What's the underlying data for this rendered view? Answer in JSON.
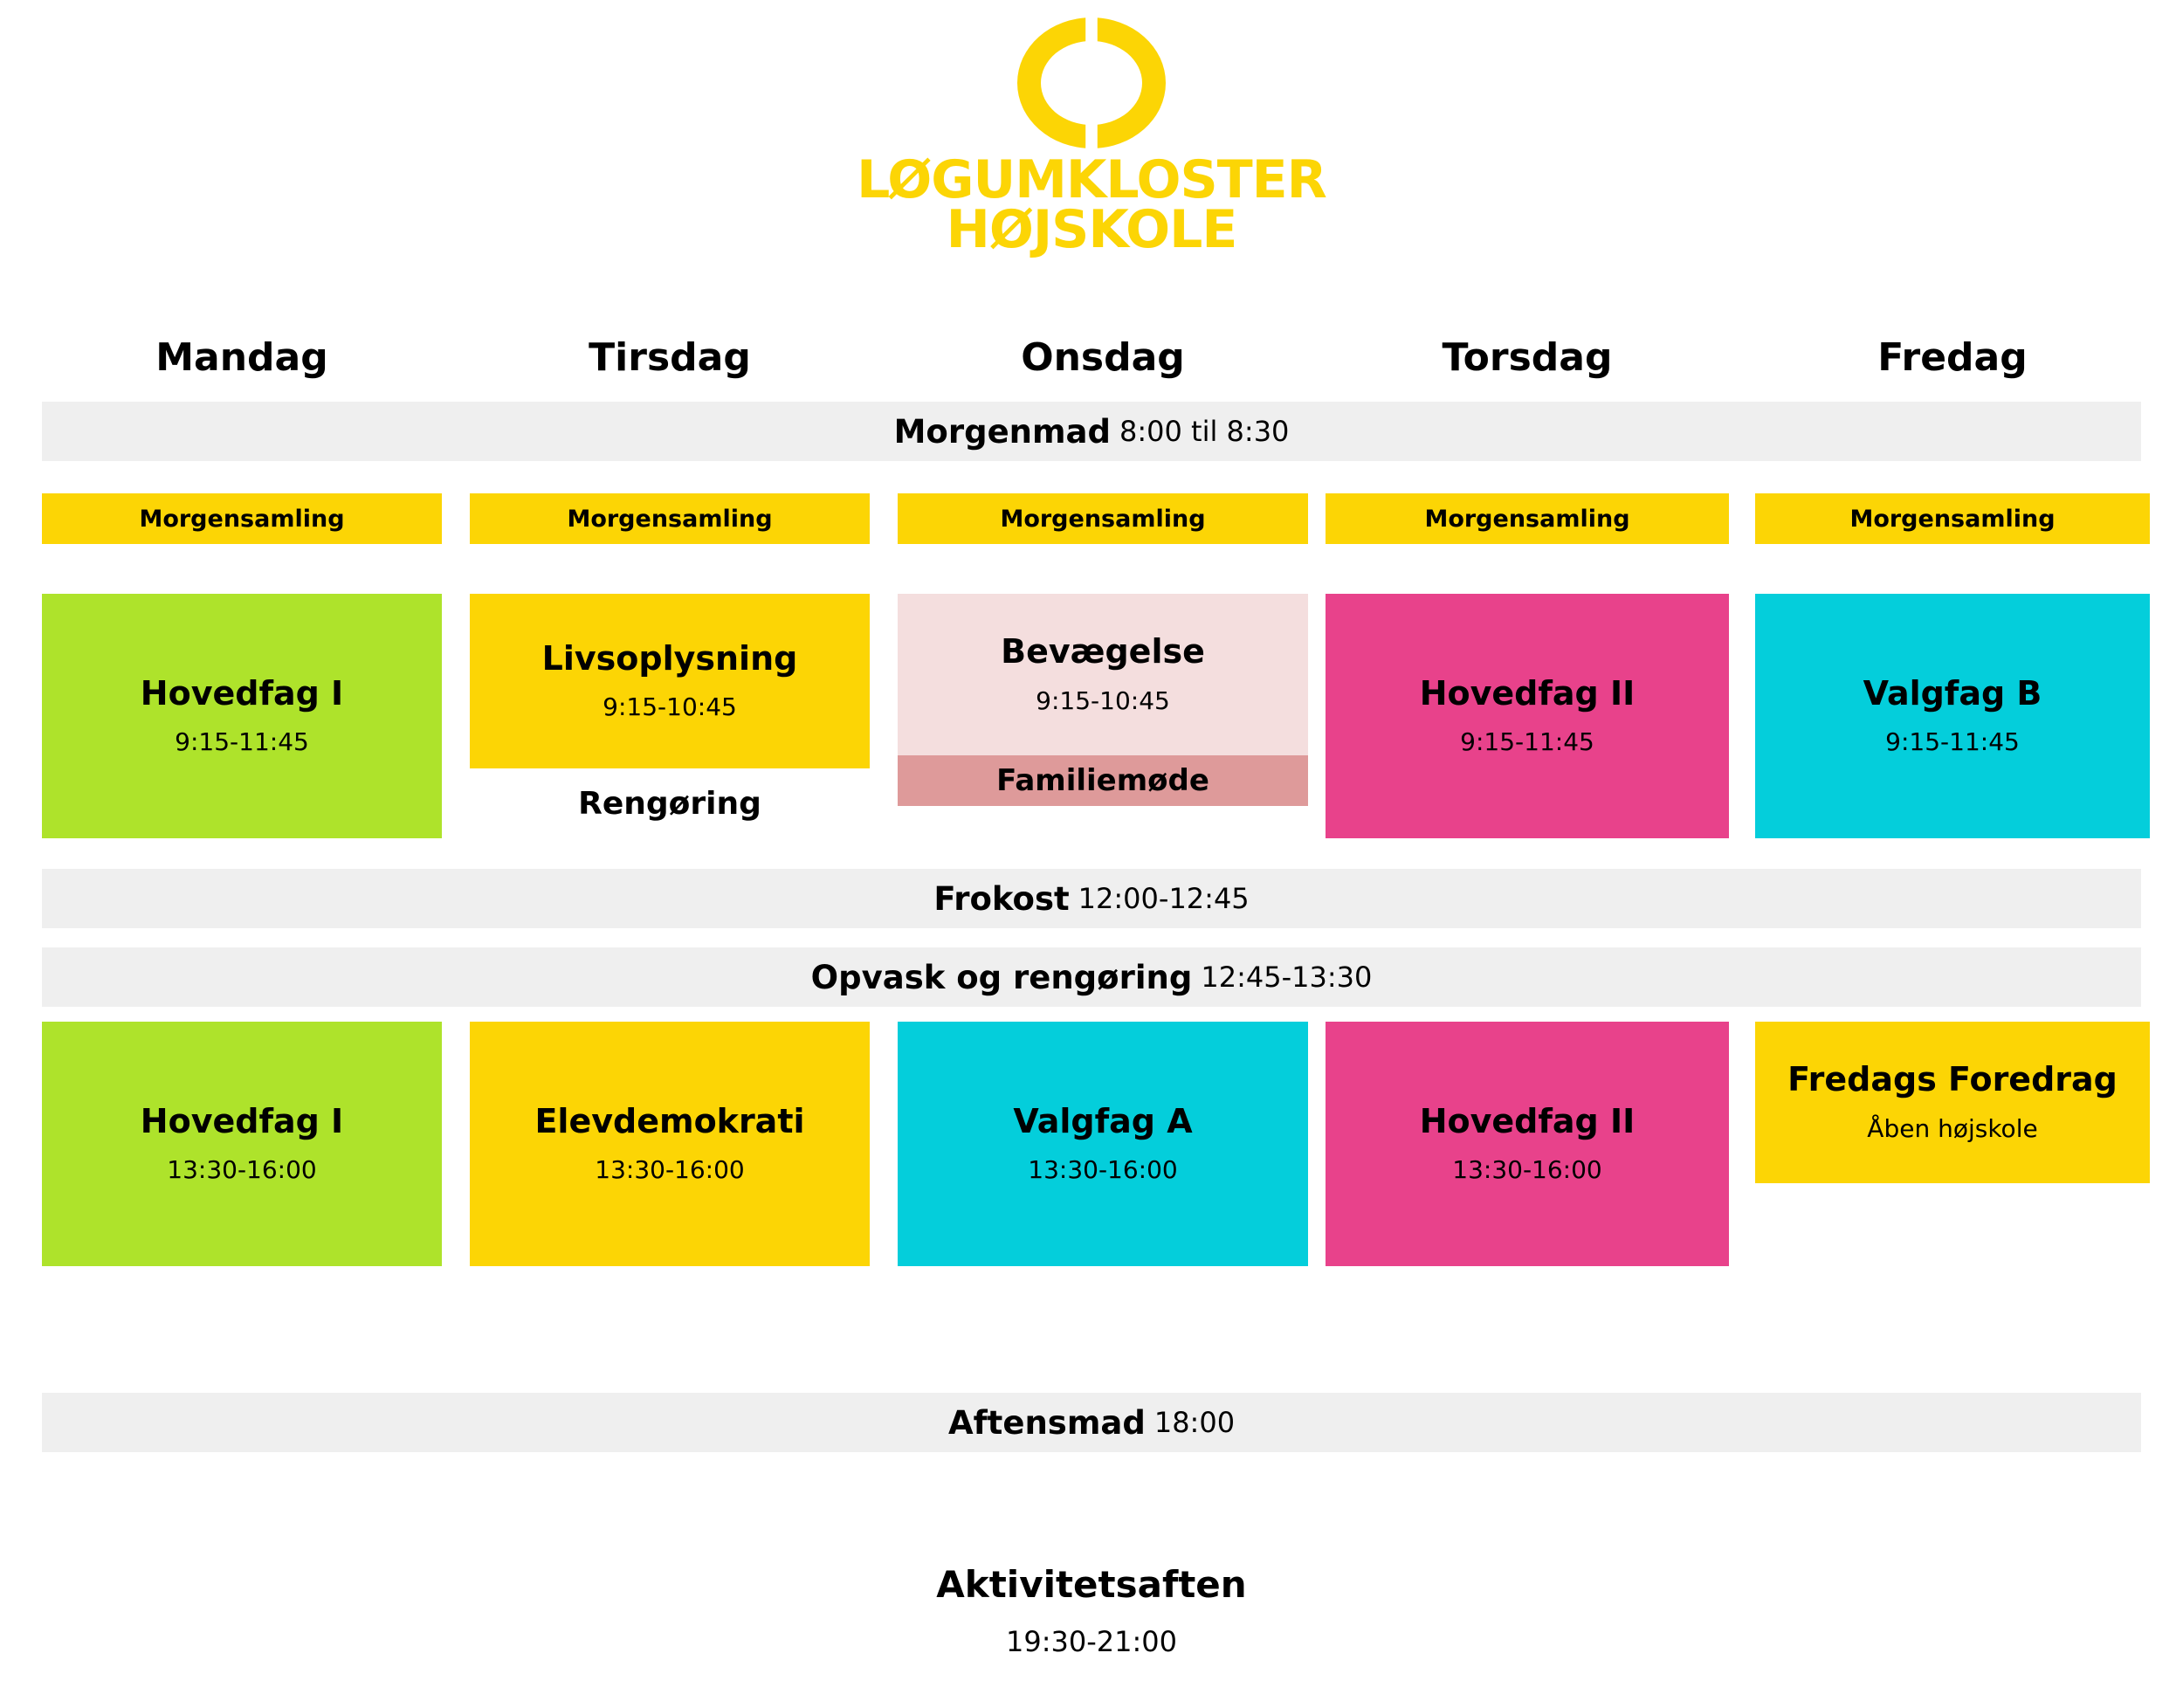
{
  "logo": {
    "mark": "split-ring-o-slash",
    "line1": "LØGUMKLOSTER",
    "line2": "HØJSKOLE",
    "color": "#FCD505"
  },
  "days": [
    {
      "label": "Mandag"
    },
    {
      "label": "Tirsdag"
    },
    {
      "label": "Onsdag"
    },
    {
      "label": "Torsdag"
    },
    {
      "label": "Fredag"
    }
  ],
  "banners": {
    "morgenmad": {
      "title": "Morgenmad",
      "time": "8:00 til 8:30"
    },
    "frokost": {
      "title": "Frokost",
      "time": "12:00-12:45"
    },
    "opvask": {
      "title": "Opvask og rengøring",
      "time": "12:45-13:30"
    },
    "aftensmad": {
      "title": "Aftensmad",
      "time": "18:00"
    }
  },
  "morgensamling": [
    {
      "label": "Morgensamling"
    },
    {
      "label": "Morgensamling"
    },
    {
      "label": "Morgensamling"
    },
    {
      "label": "Morgensamling"
    },
    {
      "label": "Morgensamling"
    }
  ],
  "morning": [
    {
      "name": "Hovedfag I",
      "time": "9:15-11:45",
      "color": "#AEE32B"
    },
    {
      "name": "Livsoplysning",
      "time": "9:15-10:45",
      "color": "#FCD505"
    },
    {
      "name": "Bevægelse",
      "time": "9:15-10:45",
      "color": "#F4DEDE"
    },
    {
      "name": "Hovedfag II",
      "time": "9:15-11:45",
      "color": "#E8428B"
    },
    {
      "name": "Valgfag B",
      "time": "9:15-11:45",
      "color": "#04CEDB"
    }
  ],
  "morning_extras": {
    "tirsdag_note": "Rengøring",
    "onsdag_substrip": {
      "label": "Familiemøde",
      "color": "#DE9A9A"
    }
  },
  "afternoon": [
    {
      "name": "Hovedfag I",
      "time": "13:30-16:00",
      "color": "#AEE32B"
    },
    {
      "name": "Elevdemokrati",
      "time": "13:30-16:00",
      "color": "#FCD505"
    },
    {
      "name": "Valgfag A",
      "time": "13:30-16:00",
      "color": "#04CEDB"
    },
    {
      "name": "Hovedfag II",
      "time": "13:30-16:00",
      "color": "#E8428B"
    },
    {
      "name": "Fredags Foredrag",
      "time": "Åben højskole",
      "color": "#FCD505"
    }
  ],
  "evening": {
    "name": "Aktivitetsaften",
    "time": "19:30-21:00"
  },
  "palette": {
    "green": "#AEE32B",
    "yellow": "#FCD505",
    "pink": "#E8428B",
    "cyan": "#04CEDB",
    "rose": "#F4DEDE",
    "dusty_rose": "#DE9A9A",
    "banner_grey": "#EFEFEF",
    "text": "#000000"
  }
}
